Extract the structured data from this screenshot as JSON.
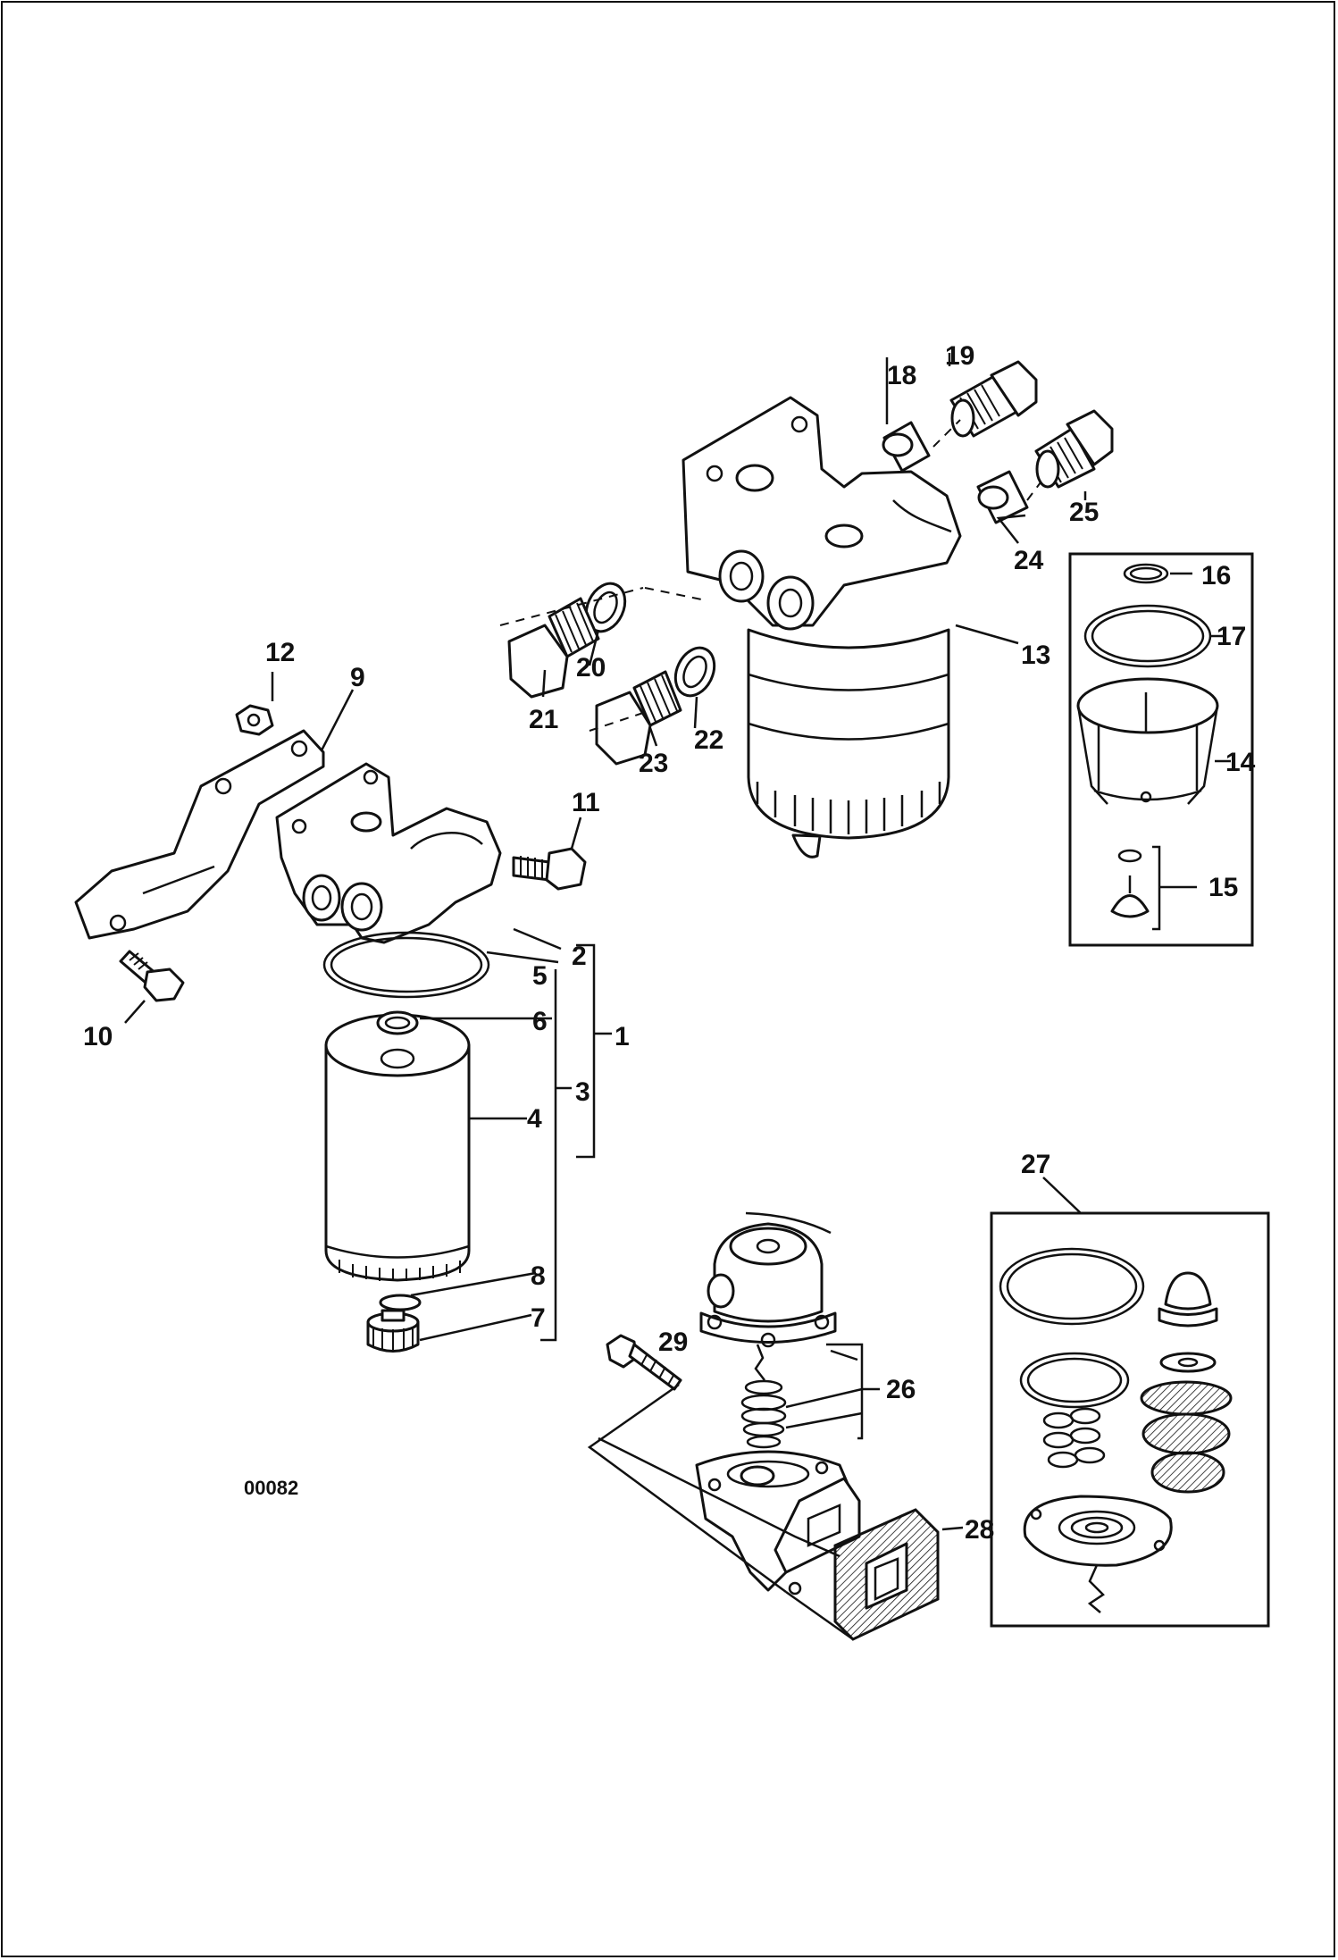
{
  "figure_number": "00082",
  "callouts": {
    "c1": "1",
    "c2": "2",
    "c3": "3",
    "c4": "4",
    "c5": "5",
    "c6": "6",
    "c7": "7",
    "c8": "8",
    "c9": "9",
    "c10": "10",
    "c11": "11",
    "c12": "12",
    "c13": "13",
    "c14": "14",
    "c15": "15",
    "c16": "16",
    "c17": "17",
    "c18": "18",
    "c19": "19",
    "c20": "20",
    "c21": "21",
    "c22": "22",
    "c23": "23",
    "c24": "24",
    "c25": "25",
    "c26": "26",
    "c27": "27",
    "c28": "28",
    "c29": "29"
  },
  "colors": {
    "ink": "#111111",
    "paper": "#ffffff"
  }
}
